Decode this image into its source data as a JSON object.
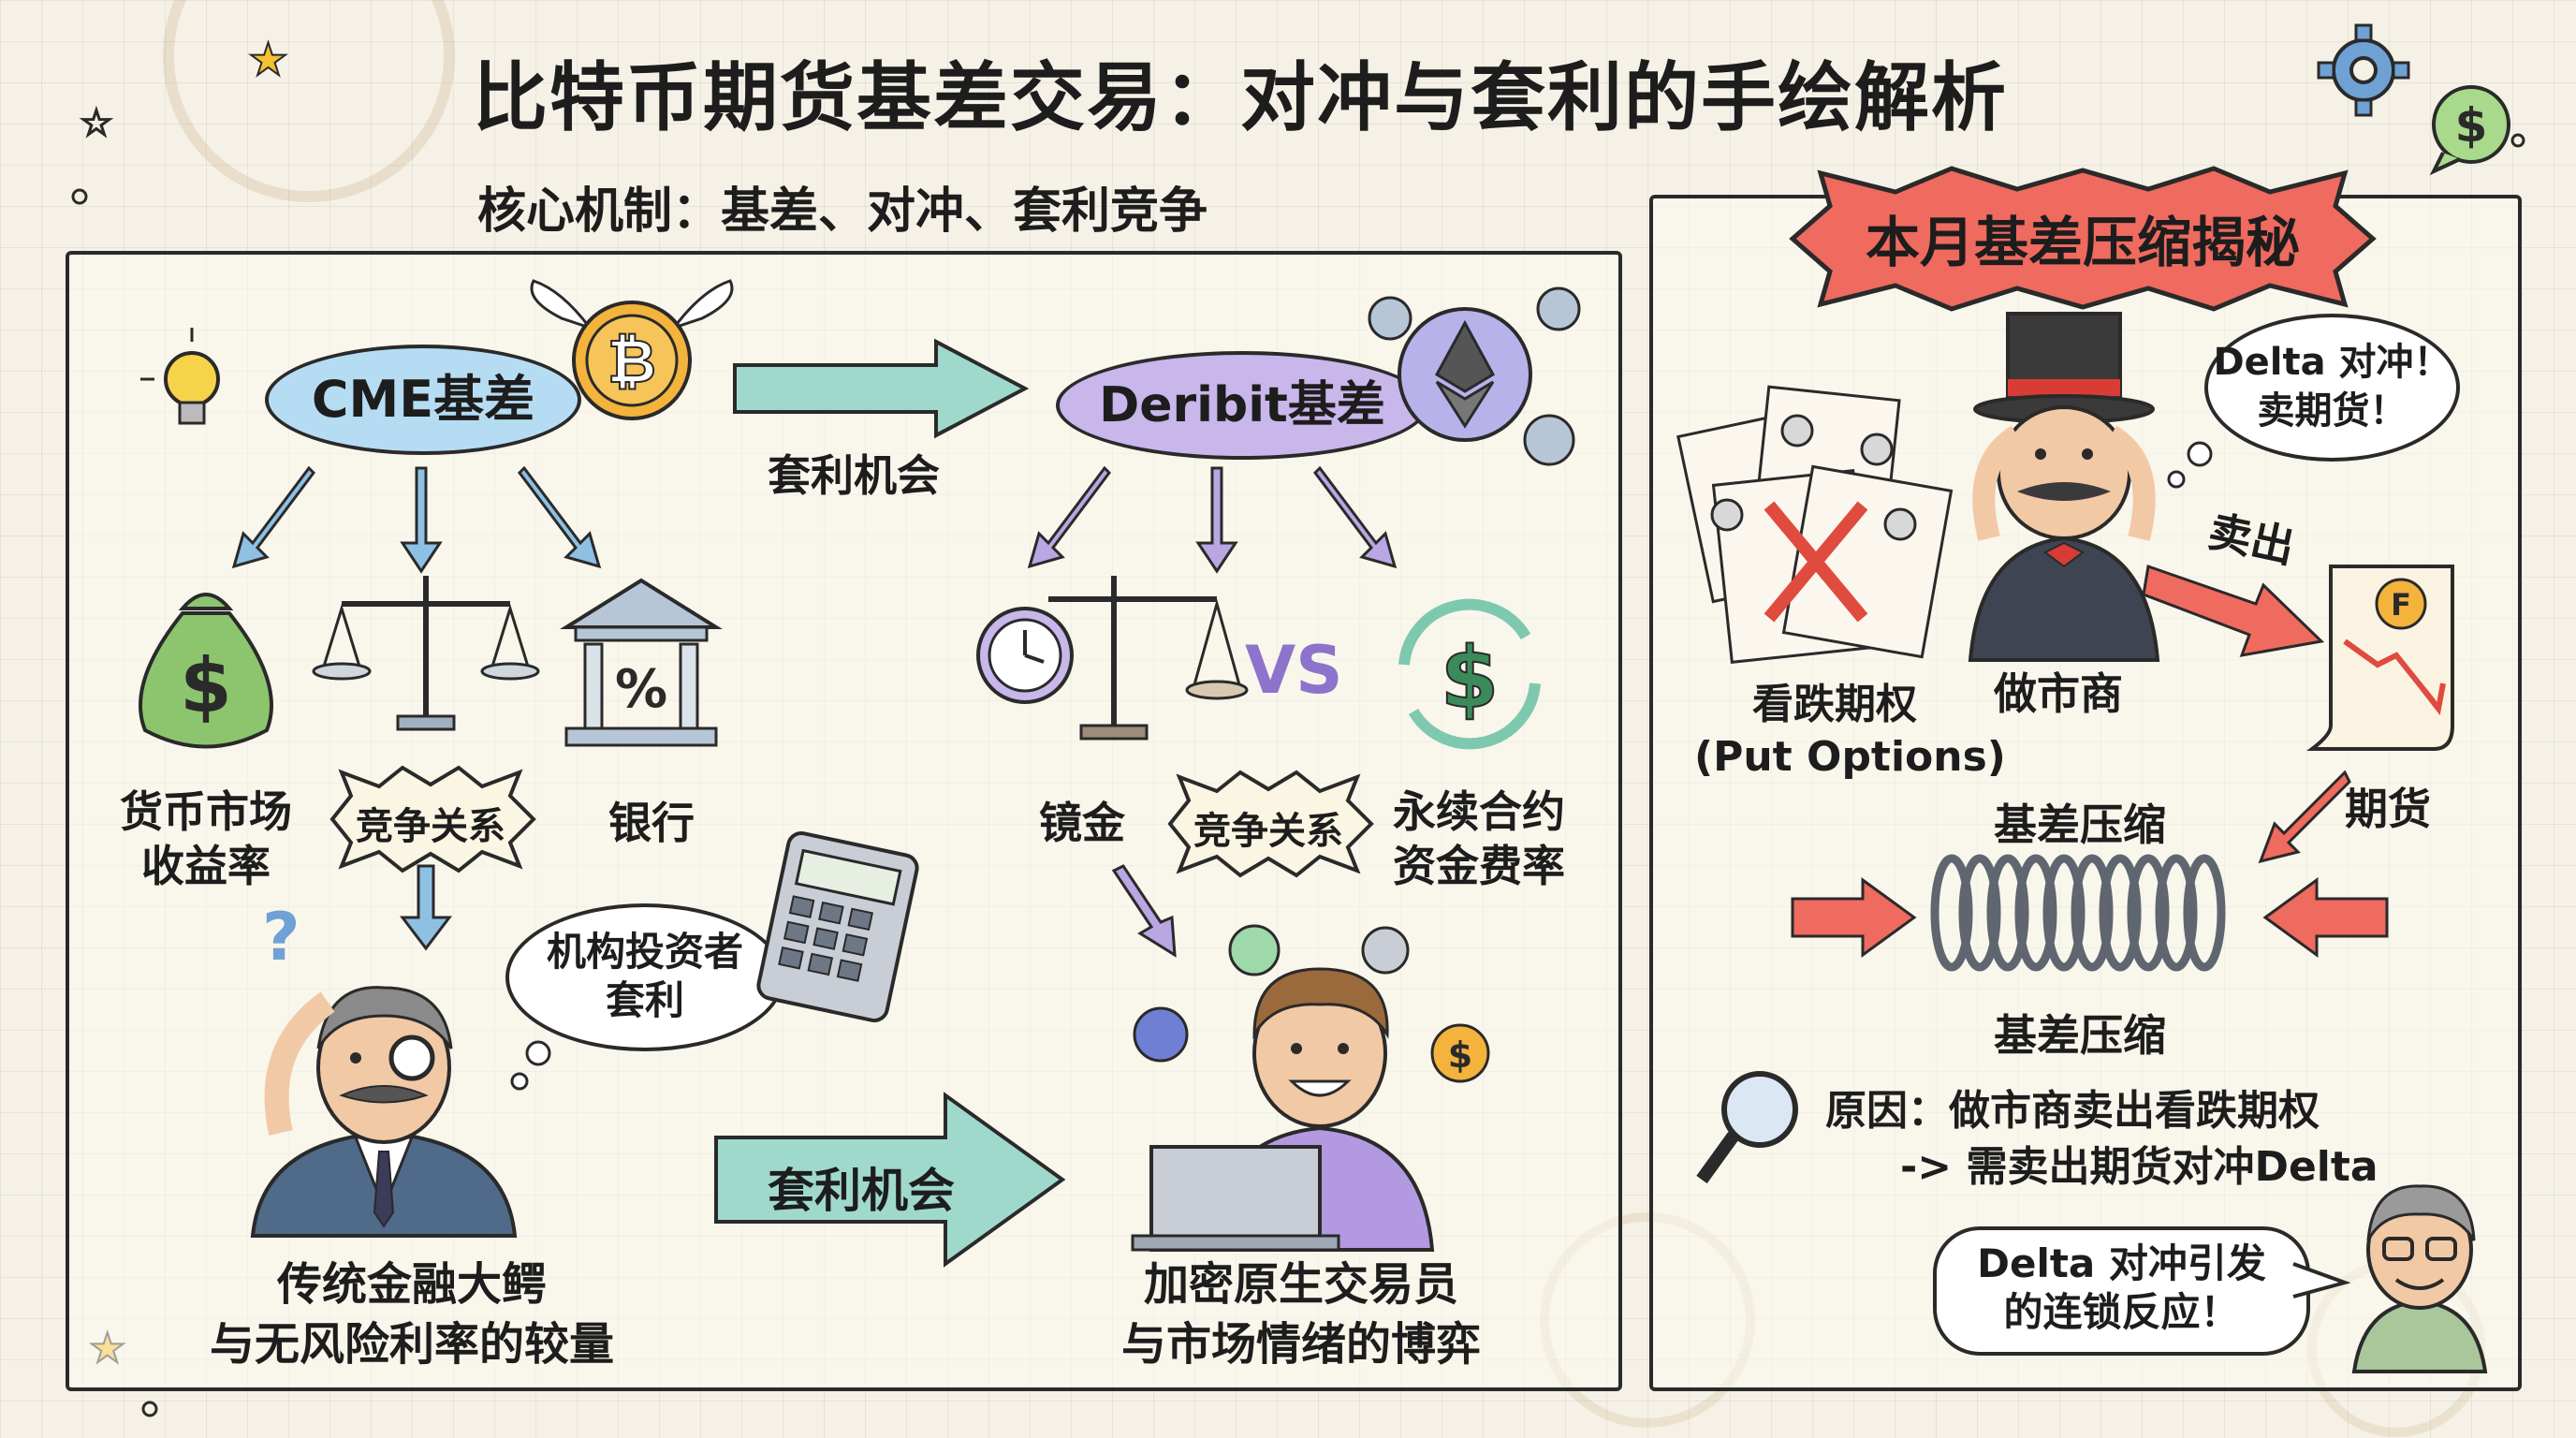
{
  "title": "比特币期货基差交易：对冲与套利的手绘解析",
  "subtitle": "核心机制：基差、对冲、套利竞争",
  "left_panel": {
    "cme": {
      "label": "CME基差",
      "competition": "竞争关系",
      "items": [
        {
          "label": "货币市场\n收益率"
        },
        {
          "label": "银行"
        }
      ],
      "thought": "机构投资者\n套利",
      "caption": "传统金融大鳄\n与无风险利率的较量"
    },
    "arrow_top": "套利机会",
    "arrow_bottom": "套利机会",
    "deribit": {
      "label": "Deribit基差",
      "vs": "VS",
      "competition": "竞争关系",
      "items": [
        {
          "label": "镜金"
        },
        {
          "label": "永续合约\n资金费率"
        }
      ],
      "caption": "加密原生交易员\n与市场情绪的博弈"
    }
  },
  "right_panel": {
    "banner": "本月基差压缩揭秘",
    "put_label": "看跌期权\n(Put Options)",
    "market_maker": "做市商",
    "thought": "Delta 对冲！\n卖期货！",
    "sell": "卖出",
    "futures": "期货",
    "compress_top": "基差压缩",
    "compress_bottom": "基差压缩",
    "reason_line1": "原因：做市商卖出看跌期权",
    "reason_line2": "-> 需卖出期货对冲Delta",
    "speech": "Delta 对冲引发\n的连锁反应！"
  },
  "icons": {
    "bitcoin": "₿",
    "dollar": "$",
    "percent": "%",
    "futures_badge": "F"
  },
  "colors": {
    "cme_blue": "#b6dcf3",
    "deribit_purple": "#c9b6ea",
    "arrow_teal": "#9fd9cc",
    "banner_red": "#ef6a5f",
    "gold": "#f3b33d",
    "green": "#8cc56e"
  }
}
